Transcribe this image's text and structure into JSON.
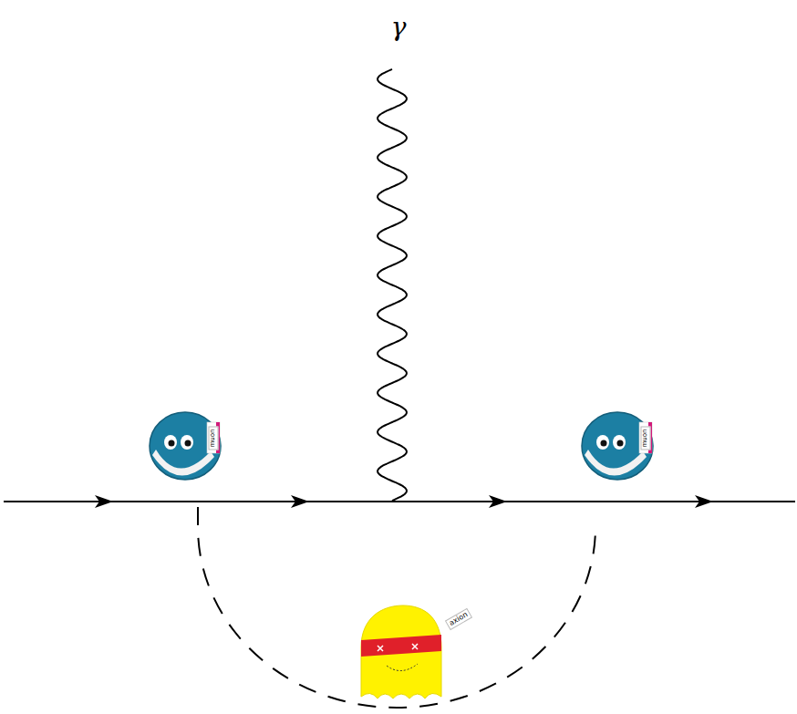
{
  "diagram": {
    "labels": [
      "γ",
      "muon",
      "muon",
      "axion"
    ]
  }
}
